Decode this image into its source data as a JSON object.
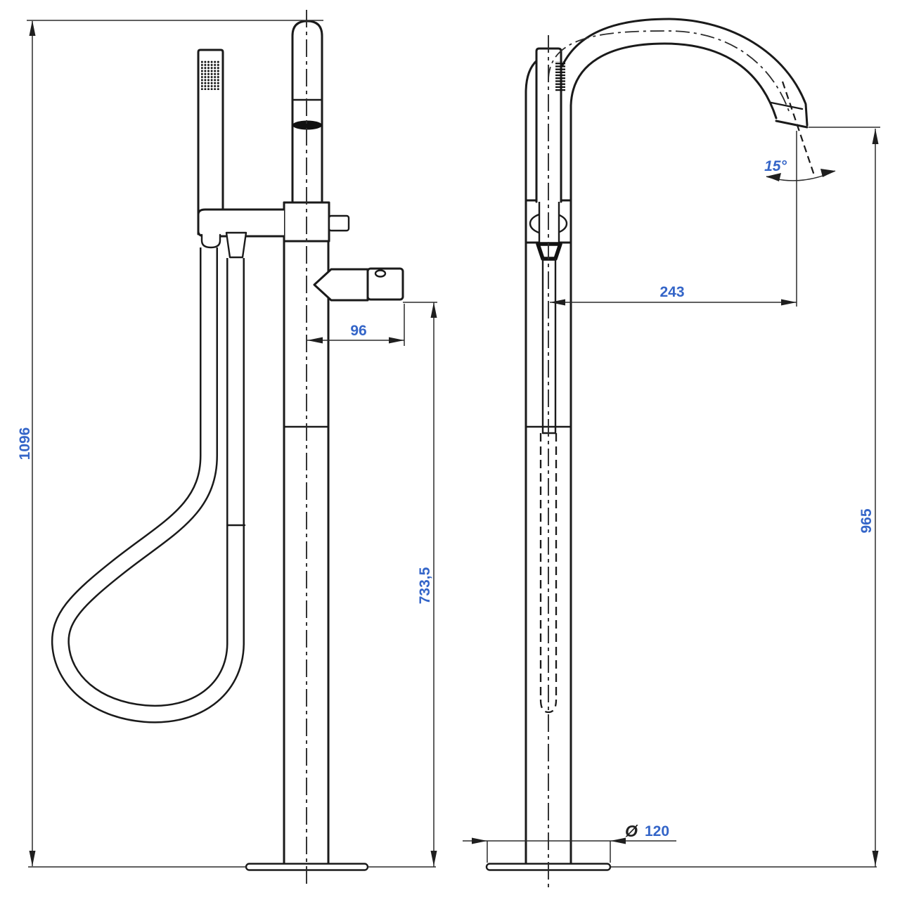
{
  "document": {
    "type": "technical-drawing",
    "subject": "freestanding bath shower mixer with hand shower, two orthographic views",
    "background": "#ffffff"
  },
  "colors": {
    "line": "#1a1a1a",
    "dimension_text": "#3465c8",
    "diameter_symbol": "#222222"
  },
  "views": {
    "front": {
      "label": "front view with hand shower and hose loop"
    },
    "side": {
      "label": "side view with curved spout"
    }
  },
  "dimensions": {
    "overall_height": "1096",
    "handle_projection": "96",
    "handle_height": "733,5",
    "spout_reach": "243",
    "spout_angle": "15°",
    "spout_height": "965",
    "diameter_symbol": "Ø",
    "base_diameter": "120"
  }
}
